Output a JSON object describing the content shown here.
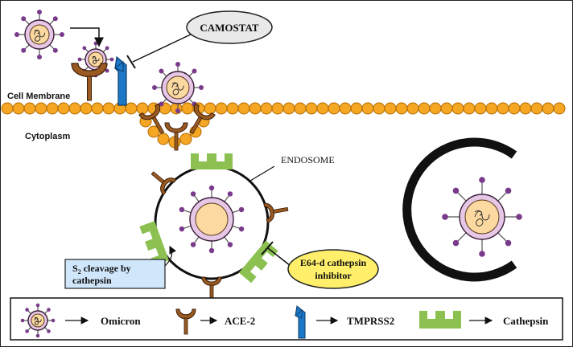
{
  "labels": {
    "camostat": "CAMOSTAT",
    "cell_membrane": "Cell Membrane",
    "cytoplasm": "Cytoplasm",
    "endosome": "ENDOSOME",
    "s2_cleavage_prefix": "S",
    "s2_cleavage_sub": "2",
    "s2_cleavage_line1_rest": " cleavage by",
    "s2_cleavage_line2": "cathepsin",
    "e64_line1": "E64-d cathepsin",
    "e64_line2": "inhibitor"
  },
  "legend": {
    "items": [
      {
        "icon": "omicron-virus-icon",
        "label": "Omicron"
      },
      {
        "icon": "ace2-receptor-icon",
        "label": "ACE-2"
      },
      {
        "icon": "tmprss2-protease-icon",
        "label": "TMPRSS2"
      },
      {
        "icon": "cathepsin-icon",
        "label": "Cathepsin"
      }
    ]
  },
  "colors": {
    "membrane_bead": "#f5a623",
    "membrane_bead_stroke": "#b36b00",
    "virus_capsid": "#e6c8e6",
    "virus_core": "#fcd9a0",
    "spike_knob": "#7a3a8c",
    "ace2": "#9b5a22",
    "tmprss2": "#1e78c8",
    "cathepsin": "#8cc152",
    "camostat_bubble": "#e9e9e9",
    "e64_bubble": "#ffef6a",
    "s2_box": "#cfe6fb"
  }
}
